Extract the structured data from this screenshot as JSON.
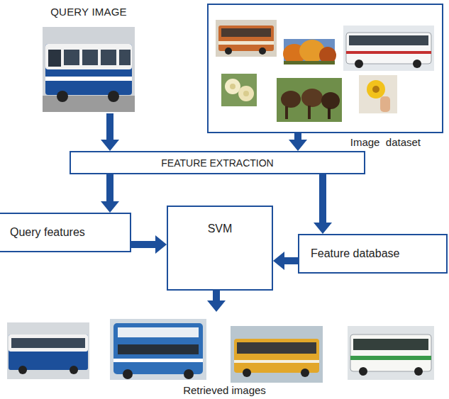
{
  "diagram": {
    "nodes": [
      {
        "text": [
          "QUERY IMAGE"
        ]
      },
      {
        "text": [
          "Image  dataset"
        ]
      },
      {
        "text": [
          "FEATURE EXTRACTION"
        ]
      },
      {
        "text": [
          "Query features"
        ]
      },
      {
        "text": [
          "SVM"
        ]
      },
      {
        "text": [
          "Feature database"
        ]
      },
      {
        "text": [
          "Retrieved images"
        ]
      }
    ],
    "edges": [
      {
        "from": 0,
        "to": 2,
        "arrow": "to"
      },
      {
        "from": 1,
        "to": 2,
        "arrow": "to"
      },
      {
        "from": 2,
        "to": 3,
        "arrow": "to"
      },
      {
        "from": 2,
        "to": 5,
        "arrow": "to"
      },
      {
        "from": 3,
        "to": 4,
        "arrow": "to"
      },
      {
        "from": 5,
        "to": 4,
        "arrow": "to"
      },
      {
        "from": 4,
        "to": 6,
        "arrow": "to"
      }
    ]
  }
}
